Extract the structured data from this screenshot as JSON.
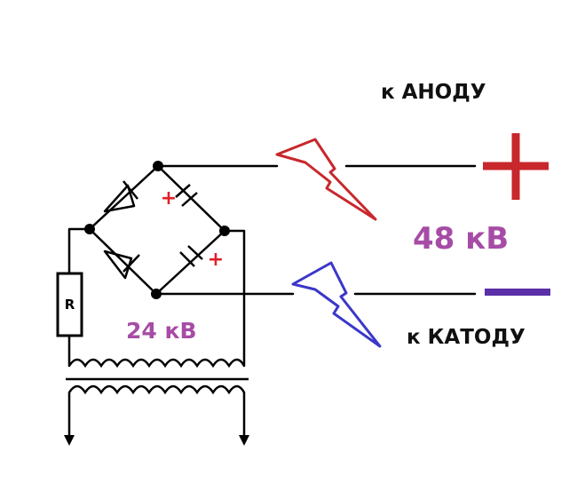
{
  "labels": {
    "anode": "к АНОДУ",
    "cathode": "к КАТОДУ",
    "output_voltage": "48 кВ",
    "input_voltage": "24 кВ",
    "resistor": "R",
    "cap_plus": "+",
    "anode_sign": "+",
    "cathode_sign": "—"
  },
  "colors": {
    "wire": "#000000",
    "anode": "#c8272c",
    "cathode": "#3b37c8",
    "voltage_text": "#a64ca6",
    "plus_mark": "#e0202a"
  }
}
